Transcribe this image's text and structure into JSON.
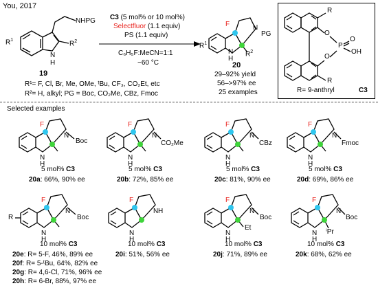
{
  "header": {
    "citation": "You, 2017"
  },
  "reaction": {
    "reactant_label": "19",
    "product_label": "20",
    "reactant_NHPG": "NHPG",
    "reactant_R1": "R",
    "reactant_R1_sup": "1",
    "reactant_R2": "R",
    "reactant_R2_sup": "2",
    "reactant_NH": "N",
    "reactant_NH_H": "H",
    "conditions": {
      "catalyst_bold": "C3",
      "catalyst_rest": " (5 mol% or 10 mol%)",
      "fluorinating": "Selectfluor",
      "fluorinating_rest": " (1.1 equiv)",
      "base": "PS (1.1 equiv)",
      "solvent": "C₆H₅F:MeCN=1:1",
      "temperature": "−60 °C"
    },
    "product_F": "F",
    "product_N": "N",
    "product_PG": "PG",
    "product_R1": "R",
    "product_R1_sup": "1",
    "product_R2": "R",
    "product_R2_sup": "2",
    "product_NH": "N",
    "product_H": "H",
    "results": {
      "yield": "29–92% yield",
      "ee": "56–>97% ee",
      "examples": "25 examples"
    },
    "substituents": {
      "r1_line": "R¹= F, Cl, Br, Me, OMe, ᵗBu, CF₃, CO₂Et, etc",
      "r2_line": "R²= H, alkyl;  PG = Boc, CO₂Me, CBz, Fmoc"
    }
  },
  "catalyst_box": {
    "R_top": "R",
    "R_bottom": "R",
    "O1": "O",
    "O2": "O",
    "P": "P",
    "O_dbl": "O",
    "OH": "OH",
    "legend": "R= 9-anthryl",
    "label": "C3"
  },
  "selected_title": "Selected examples",
  "examples_row1": [
    {
      "loading_pre": "5 mol% ",
      "loading_cat": "C3",
      "id": "20a",
      "result": ": 66%, 90% ee",
      "pg": "Boc"
    },
    {
      "loading_pre": "5 mol% ",
      "loading_cat": "C3",
      "id": "20b",
      "result": ": 72%, 85% ee",
      "pg": "CO₂Me"
    },
    {
      "loading_pre": "5 mol% ",
      "loading_cat": "C3",
      "id": "20c",
      "result": ": 81%, 90% ee",
      "pg": "CBz"
    },
    {
      "loading_pre": "5 mol% ",
      "loading_cat": "C3",
      "id": "20d",
      "result": ": 69%, 86% ee",
      "pg": "Fmoc"
    }
  ],
  "examples_row2": [
    {
      "loading_pre": "10 mol% ",
      "loading_cat": "C3",
      "pg": "Boc",
      "sub": "R",
      "r2": ""
    },
    {
      "loading_pre": "10 mol% ",
      "loading_cat": "C3",
      "id": "20i",
      "result": ": 51%, 56% ee",
      "pg": "",
      "r2": ""
    },
    {
      "loading_pre": "10 mol% ",
      "loading_cat": "C3",
      "id": "20j",
      "result": ": 71%, 89% ee",
      "pg": "Boc",
      "r2": "Et"
    },
    {
      "loading_pre": "10 mol% ",
      "loading_cat": "C3",
      "id": "20k",
      "result": ": 68%, 62% ee",
      "pg": "Boc",
      "r2": "ⁱPr"
    }
  ],
  "examples_20e_list": [
    {
      "id": "20e",
      "result": ": R= 5-F, 46%, 89% ee"
    },
    {
      "id": "20f",
      "result": ": R= 5-ᵗBu, 64%, 82% ee"
    },
    {
      "id": "20g",
      "result": ": R= 4,6-Cl, 71%, 96% ee"
    },
    {
      "id": "20h",
      "result": ": R= 6-Br, 88%, 97% ee"
    }
  ],
  "atom_labels": {
    "F": "F",
    "N": "N",
    "NH": "N",
    "H": "H"
  }
}
